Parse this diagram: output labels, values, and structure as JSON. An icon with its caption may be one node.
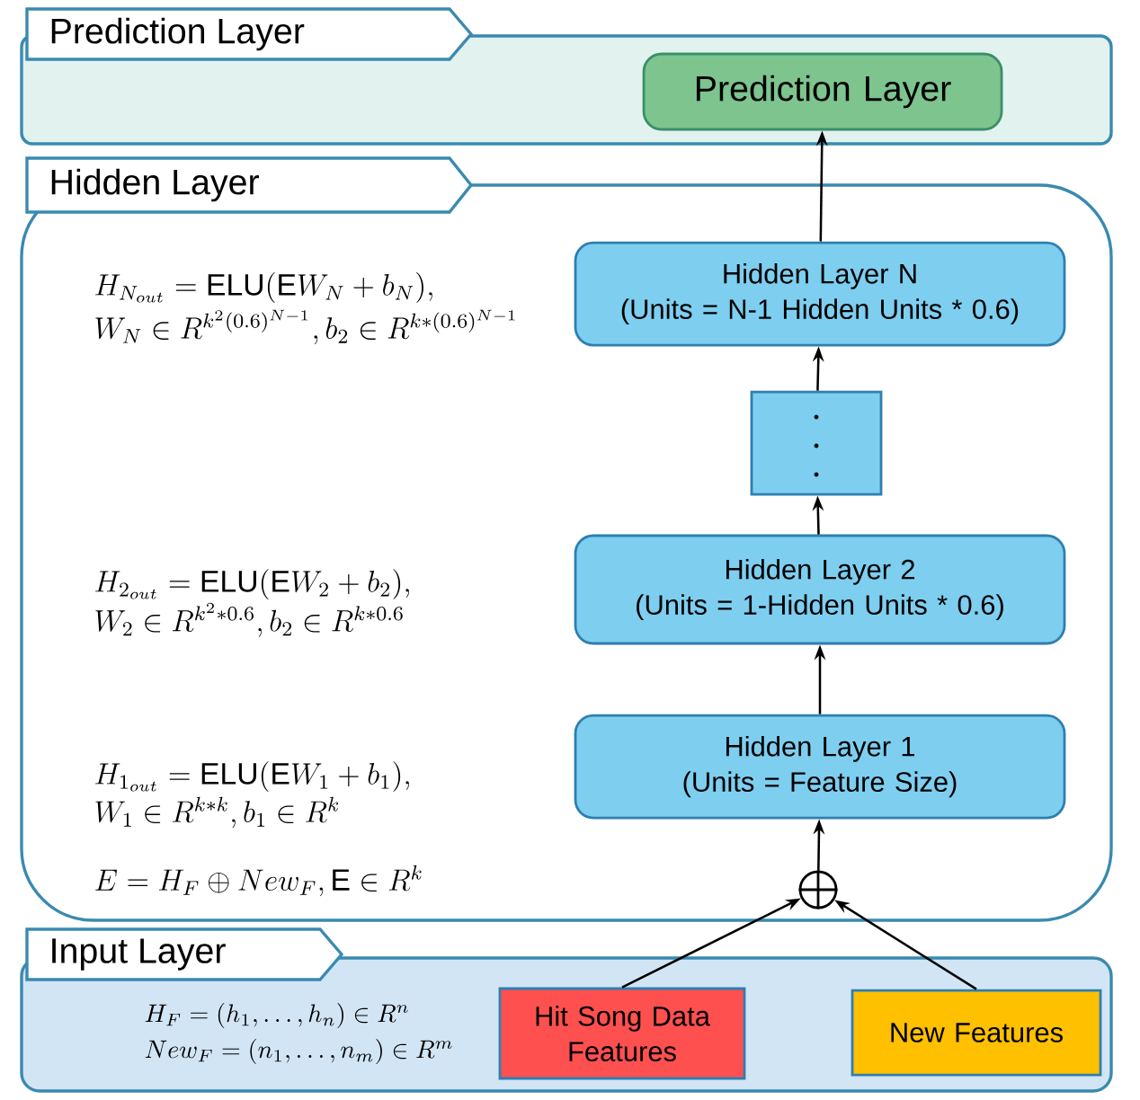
{
  "diagram": {
    "nodes": [
      {
        "text": [
          "Prediction Layer"
        ]
      },
      {
        "text": [
          "Prediction Layer"
        ],
        "in": 0
      },
      {
        "text": [
          "Hidden Layer"
        ]
      },
      {
        "text": [
          "Hidden Layer N",
          "(Units = N-1 Hidden Units * 0.6)"
        ],
        "in": 2
      },
      {
        "text": [],
        "shape": "box",
        "in": 2
      },
      {
        "text": [
          "Hidden Layer 2",
          "(Units = 1-Hidden Units * 0.6)"
        ],
        "in": 2
      },
      {
        "text": [
          "Hidden Layer 1",
          "(Units = Feature Size)"
        ],
        "in": 2
      },
      {
        "text": [],
        "shape": "circle",
        "in": 2
      },
      {
        "text": [
          "Input Layer"
        ]
      },
      {
        "text": [
          "Hit Song Data Features"
        ],
        "in": 8
      },
      {
        "text": [
          "New Features"
        ],
        "in": 8
      }
    ],
    "edges": [
      {
        "from": 6,
        "to": 5,
        "arrow": "to"
      },
      {
        "from": 5,
        "to": 4,
        "arrow": "to"
      },
      {
        "from": 4,
        "to": 3,
        "arrow": "to"
      },
      {
        "from": 3,
        "to": 1,
        "arrow": "to"
      },
      {
        "from": 7,
        "to": 6,
        "arrow": "to"
      },
      {
        "from": 9,
        "to": 7,
        "arrow": "to"
      },
      {
        "from": 10,
        "to": 7,
        "arrow": "to"
      }
    ],
    "labels": [
      "H_{N_{out}} = \\mathrm{ELU}(\\mathrm{E}W_N + b_N),",
      "W_N \\in R^{k^2(0.6)^{N-1}}, b_2 \\in R^{k*(0.6)^{N-1}}",
      "H_{2_{out}} = \\mathrm{ELU}(\\mathrm{E}W_2 + b_2),",
      "W_2 \\in R^{k^2*0.6}, b_2 \\in R^{k*0.6}",
      "H_{1_{out}} = \\mathrm{ELU}(\\mathrm{E}W_1 + b_1),",
      "W_1 \\in R^{k*k}, b_1 \\in R^k",
      "E = H_F \\oplus New_F, \\mathrm{E} \\in R^k",
      "H_F = (h_1, \\ldots, h_n) \\in R^n",
      "New_F = (n_1, \\ldots, n_m) \\in R^m"
    ]
  }
}
